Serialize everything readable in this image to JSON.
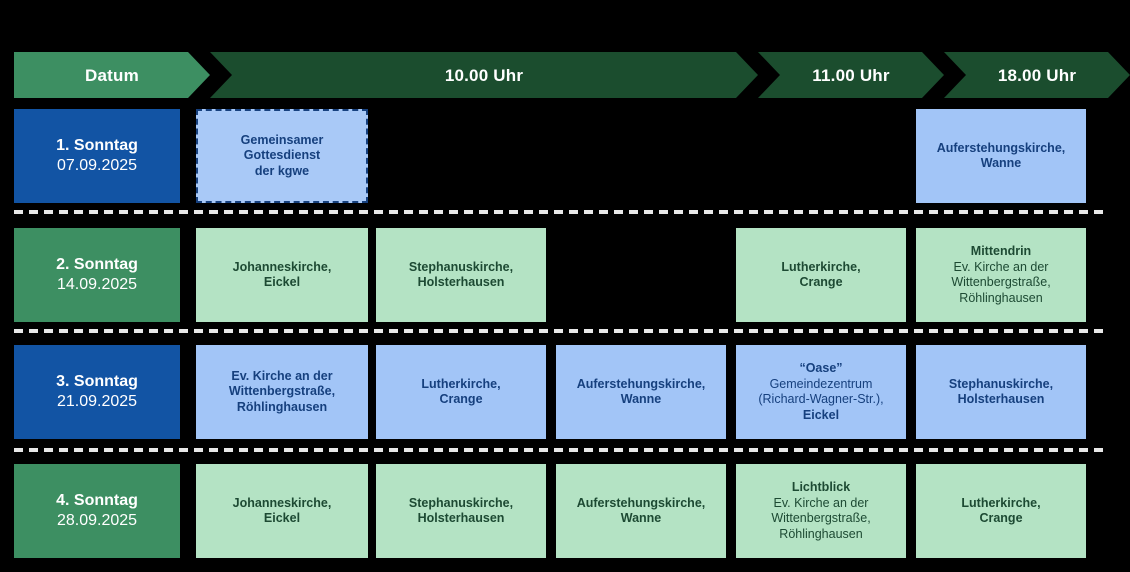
{
  "colors": {
    "background": "#000000",
    "header_first": "#3d8f62",
    "header_rest": "#1b4d2e",
    "date_blue": "#1254a4",
    "date_green": "#3d8f62",
    "slot_blue": "#a2c5f7",
    "slot_green": "#b4e3c4",
    "text_blue": "#16407e",
    "text_green": "#1d4a33",
    "divider": "#e8e8e8"
  },
  "header": {
    "columns": [
      {
        "label": "Datum",
        "style": "first"
      },
      {
        "label": "10.00 Uhr",
        "style": "mid"
      },
      {
        "label": "11.00 Uhr",
        "style": "mid"
      },
      {
        "label": "18.00 Uhr",
        "style": "last"
      }
    ]
  },
  "rows": [
    {
      "theme": "blue",
      "date": {
        "weekday": "1. Sonntag",
        "date": "07.09.2025"
      },
      "cells": [
        {
          "kind": "dashed",
          "lines": [
            {
              "text": "Gemeinsamer",
              "bold": true
            },
            {
              "text": "Gottesdienst",
              "bold": true
            },
            {
              "text": "der kgwe",
              "bold": true
            }
          ]
        },
        {
          "kind": "empty",
          "lines": []
        },
        {
          "kind": "empty",
          "lines": []
        },
        {
          "kind": "empty",
          "lines": []
        },
        {
          "kind": "slot",
          "lines": [
            {
              "text": "Auferstehungskirche,",
              "bold": true
            },
            {
              "text": "Wanne",
              "bold": true
            }
          ]
        }
      ]
    },
    {
      "theme": "green",
      "date": {
        "weekday": "2. Sonntag",
        "date": "14.09.2025"
      },
      "cells": [
        {
          "kind": "slot",
          "lines": [
            {
              "text": "Johanneskirche,",
              "bold": true
            },
            {
              "text": "Eickel",
              "bold": true
            }
          ]
        },
        {
          "kind": "slot",
          "lines": [
            {
              "text": "Stephanuskirche,",
              "bold": true
            },
            {
              "text": "Holsterhausen",
              "bold": true
            }
          ]
        },
        {
          "kind": "empty",
          "lines": []
        },
        {
          "kind": "slot",
          "lines": [
            {
              "text": "Lutherkirche,",
              "bold": true
            },
            {
              "text": "Crange",
              "bold": true
            }
          ]
        },
        {
          "kind": "slot",
          "lines": [
            {
              "text": "Mittendrin",
              "bold": true
            },
            {
              "text": "Ev. Kirche an der",
              "bold": false
            },
            {
              "text": "Wittenbergstraße,",
              "bold": false
            },
            {
              "text": "Röhlinghausen",
              "bold": false
            }
          ]
        }
      ]
    },
    {
      "theme": "blue",
      "date": {
        "weekday": "3. Sonntag",
        "date": "21.09.2025"
      },
      "cells": [
        {
          "kind": "slot",
          "lines": [
            {
              "text": "Ev. Kirche an der",
              "bold": true
            },
            {
              "text": "Wittenbergstraße,",
              "bold": true
            },
            {
              "text": "Röhlinghausen",
              "bold": true
            }
          ]
        },
        {
          "kind": "slot",
          "lines": [
            {
              "text": "Lutherkirche,",
              "bold": true
            },
            {
              "text": "Crange",
              "bold": true
            }
          ]
        },
        {
          "kind": "slot",
          "lines": [
            {
              "text": "Auferstehungskirche,",
              "bold": true
            },
            {
              "text": "Wanne",
              "bold": true
            }
          ]
        },
        {
          "kind": "slot",
          "lines": [
            {
              "text": "“Oase”",
              "bold": true
            },
            {
              "text": "Gemeindezentrum",
              "bold": false
            },
            {
              "text": "(Richard-Wagner-Str.),",
              "bold": false
            },
            {
              "text": "Eickel",
              "bold": true
            }
          ]
        },
        {
          "kind": "slot",
          "lines": [
            {
              "text": "Stephanuskirche,",
              "bold": true
            },
            {
              "text": "Holsterhausen",
              "bold": true
            }
          ]
        }
      ]
    },
    {
      "theme": "green",
      "date": {
        "weekday": "4. Sonntag",
        "date": "28.09.2025"
      },
      "cells": [
        {
          "kind": "slot",
          "lines": [
            {
              "text": "Johanneskirche,",
              "bold": true
            },
            {
              "text": "Eickel",
              "bold": true
            }
          ]
        },
        {
          "kind": "slot",
          "lines": [
            {
              "text": "Stephanuskirche,",
              "bold": true
            },
            {
              "text": "Holsterhausen",
              "bold": true
            }
          ]
        },
        {
          "kind": "slot",
          "lines": [
            {
              "text": "Auferstehungskirche,",
              "bold": true
            },
            {
              "text": "Wanne",
              "bold": true
            }
          ]
        },
        {
          "kind": "slot",
          "lines": [
            {
              "text": "Lichtblick",
              "bold": true
            },
            {
              "text": "Ev. Kirche an der",
              "bold": false
            },
            {
              "text": "Wittenbergstraße,",
              "bold": false
            },
            {
              "text": "Röhlinghausen",
              "bold": false
            }
          ]
        },
        {
          "kind": "slot",
          "lines": [
            {
              "text": "Lutherkirche,",
              "bold": true
            },
            {
              "text": "Crange",
              "bold": true
            }
          ]
        }
      ]
    }
  ]
}
